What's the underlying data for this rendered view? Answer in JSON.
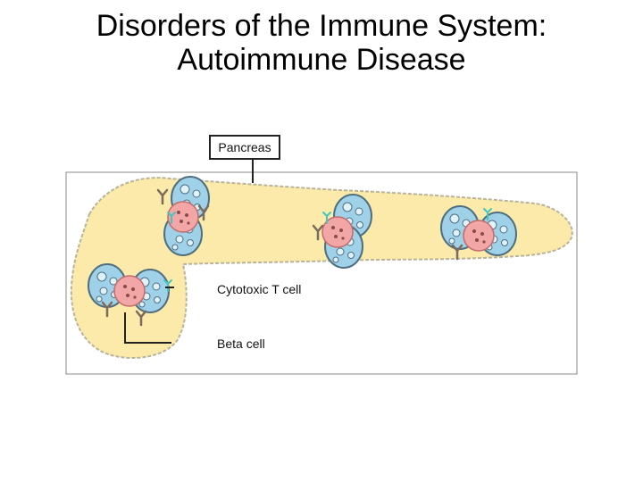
{
  "title": {
    "line1": "Disorders of the Immune System:",
    "line2": "Autoimmune Disease"
  },
  "labels": {
    "pancreas": "Pancreas",
    "cytotoxic_t_cell": "Cytotoxic T cell",
    "beta_cell": "Beta cell"
  },
  "colors": {
    "pancreas_fill": "#fbeaaa",
    "pancreas_outline": "#b9b39a",
    "t_cell_fill": "#9fd1e8",
    "t_cell_outline": "#4f6f80",
    "beta_cell_fill": "#f2a6a6",
    "antibody": "#7a6b5e",
    "receptor": "#42c6c0"
  }
}
